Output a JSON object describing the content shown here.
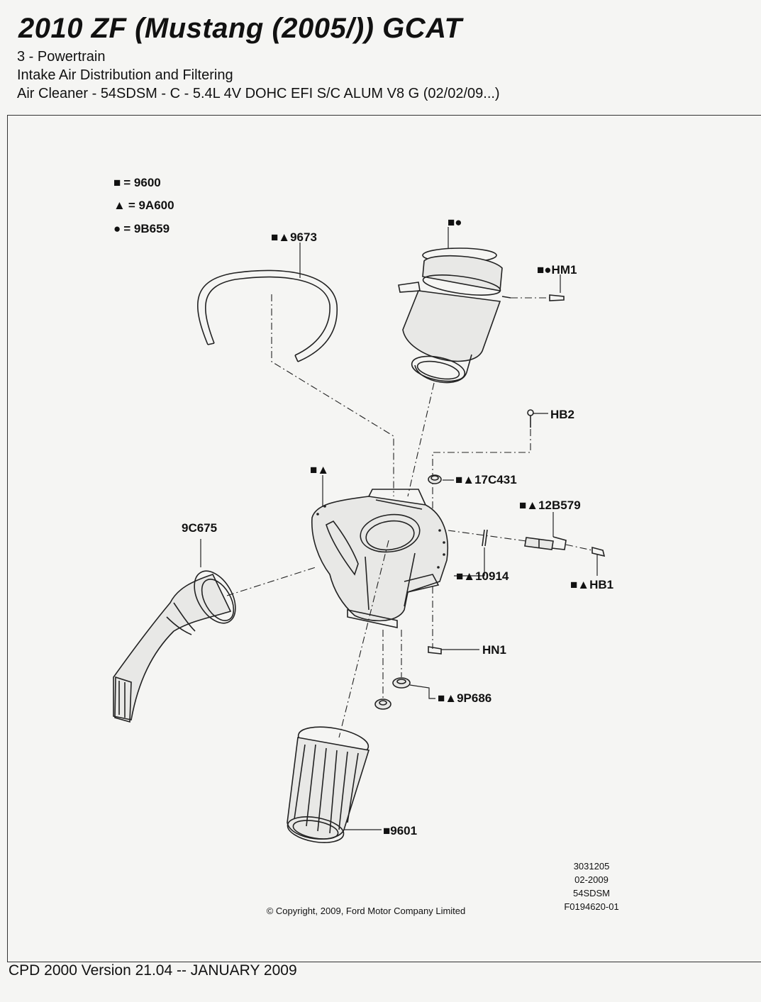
{
  "header": {
    "title": "2010 ZF (Mustang (2005/)) GCAT",
    "line1": "3   - Powertrain",
    "line2": "Intake Air Distribution and Filtering",
    "line3": "Air Cleaner - 54SDSM - C - 5.4L 4V DOHC EFI S/C ALUM V8 G  (02/02/09...)"
  },
  "legend": [
    {
      "symbol": "■",
      "text": "= 9600"
    },
    {
      "symbol": "▲",
      "text": "= 9A600"
    },
    {
      "symbol": "●",
      "text": "= 9B659"
    }
  ],
  "callouts": {
    "hose": "■▲9673",
    "housing_top": "■●",
    "hm1": "■●HM1",
    "hb2": "HB2",
    "c17c431": "■▲17C431",
    "c12b579": "■▲12B579",
    "c9c675": "9C675",
    "body": "■▲",
    "c10914": "■▲10914",
    "hb1": "■▲HB1",
    "hn1": "HN1",
    "c9p686": "■▲9P686",
    "c9601": "■9601"
  },
  "info_block": [
    "3031205",
    "02-2009",
    "54SDSM",
    "F0194620-01"
  ],
  "copyright": "© Copyright, 2009, Ford Motor Company Limited",
  "footer": "CPD 2000 Version 21.04 -- JANUARY 2009"
}
